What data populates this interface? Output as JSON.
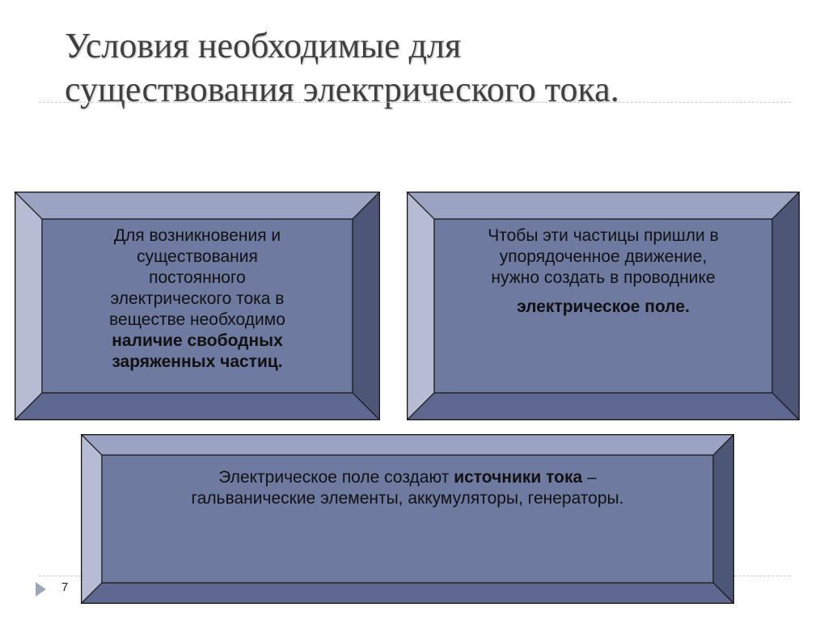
{
  "slide": {
    "title_line1": "Условия необходимые для",
    "title_line2": "существования электрического тока.",
    "page_number": "7"
  },
  "boxes": [
    {
      "lines": [
        "Для возникновения и",
        "существования",
        "постоянного",
        "электрического тока в",
        "веществе необходимо"
      ],
      "bold_lines": [
        "наличие свободных",
        "заряженных частиц."
      ]
    },
    {
      "lines": [
        "Чтобы эти частицы пришли в",
        "упорядоченное движение,",
        "нужно создать в проводнике"
      ],
      "bold_lines": [
        "электрическое поле."
      ]
    },
    {
      "prefix": "Электрическое поле создают ",
      "bold": "источники тока",
      "suffix": " –",
      "line2": "гальванические элементы, аккумуляторы, генераторы."
    }
  ],
  "colors": {
    "face": "#6e7aa0",
    "top": "#9aa3c2",
    "left": "#b5bcd4",
    "right": "#4e5678",
    "bottom": "#5f6890",
    "text": "#111111",
    "title": "#404040"
  }
}
